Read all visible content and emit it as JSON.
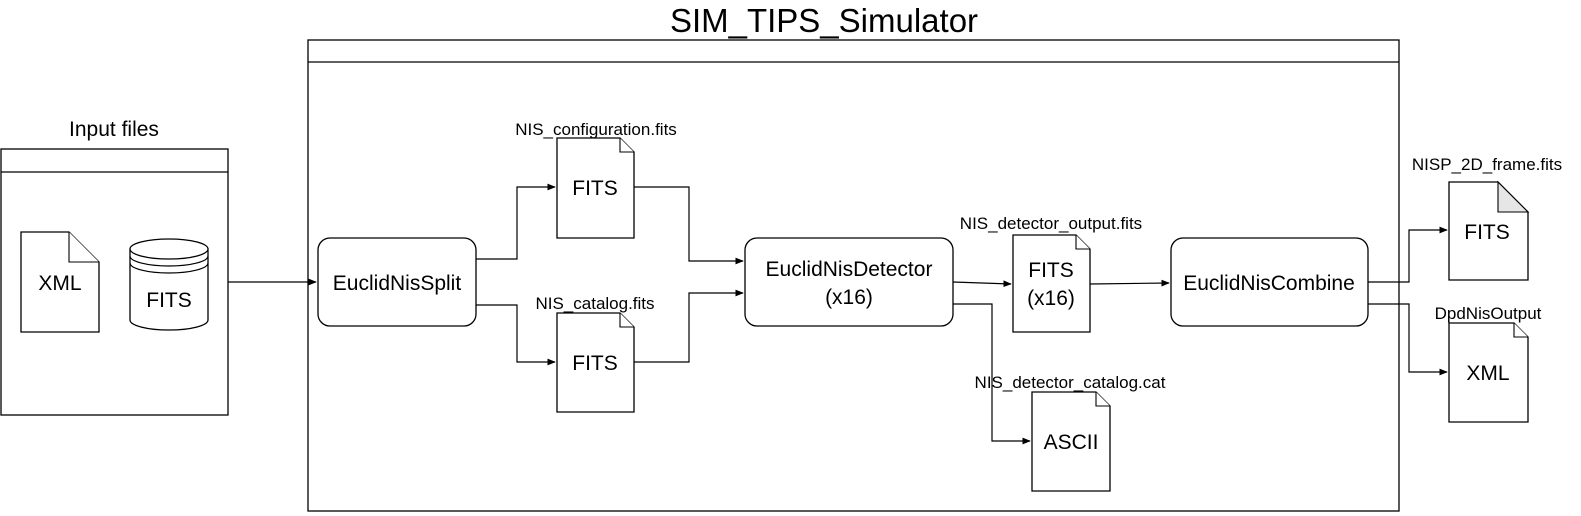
{
  "title": "SIM_TIPS_Simulator",
  "input_group": {
    "title": "Input files",
    "xml_doc": "XML",
    "fits_db": "FITS"
  },
  "processes": {
    "split": "EuclidNisSplit",
    "detector_line1": "EuclidNisDetector",
    "detector_line2": "(x16)",
    "combine": "EuclidNisCombine"
  },
  "files": {
    "configuration": {
      "caption": "NIS_configuration.fits",
      "label": "FITS"
    },
    "catalog": {
      "caption": "NIS_catalog.fits",
      "label": "FITS"
    },
    "detector_output": {
      "caption": "NIS_detector_output.fits",
      "label_line1": "FITS",
      "label_line2": "(x16)"
    },
    "detector_catalog": {
      "caption": "NIS_detector_catalog.cat",
      "label": "ASCII"
    },
    "frame": {
      "caption": "NISP_2D_frame.fits",
      "label": "FITS"
    },
    "output": {
      "caption": "DpdNisOutput",
      "label": "XML"
    }
  },
  "colors": {
    "stroke": "#000000",
    "background": "#ffffff",
    "fold_gray": "#e6e6e6"
  }
}
